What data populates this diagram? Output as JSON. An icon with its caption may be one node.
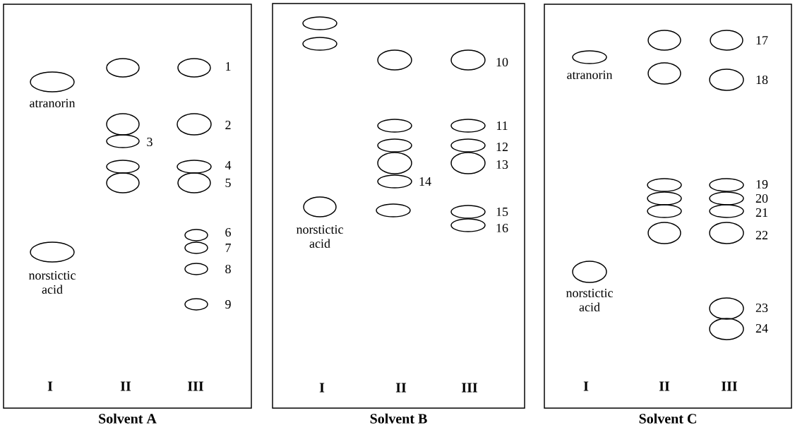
{
  "diagram": {
    "nodes": [
      {
        "text": [
          "Solvent A"
        ]
      },
      {
        "text": [],
        "shape": "ellipse",
        "in": 0,
        "beside": [
          "atranorin"
        ]
      },
      {
        "text": [],
        "shape": "ellipse",
        "in": 0,
        "beside": [
          "norstictic acid"
        ]
      },
      {
        "text": [],
        "shape": "ellipse",
        "in": 0
      },
      {
        "text": [],
        "shape": "ellipse",
        "in": 0
      },
      {
        "text": [],
        "shape": "ellipse",
        "in": 0,
        "beside": [
          "3"
        ]
      },
      {
        "text": [],
        "shape": "ellipse",
        "in": 0
      },
      {
        "text": [],
        "shape": "ellipse",
        "in": 0
      },
      {
        "text": [],
        "shape": "ellipse",
        "in": 0,
        "beside": [
          "1"
        ]
      },
      {
        "text": [],
        "shape": "ellipse",
        "in": 0,
        "beside": [
          "2"
        ]
      },
      {
        "text": [],
        "shape": "ellipse",
        "in": 0,
        "beside": [
          "4"
        ]
      },
      {
        "text": [],
        "shape": "ellipse",
        "in": 0,
        "beside": [
          "5"
        ]
      },
      {
        "text": [],
        "shape": "ellipse",
        "in": 0,
        "beside": [
          "6"
        ]
      },
      {
        "text": [],
        "shape": "ellipse",
        "in": 0,
        "beside": [
          "7"
        ]
      },
      {
        "text": [],
        "shape": "ellipse",
        "in": 0,
        "beside": [
          "8"
        ]
      },
      {
        "text": [],
        "shape": "ellipse",
        "in": 0,
        "beside": [
          "9"
        ]
      },
      {
        "text": [
          "Solvent B"
        ]
      },
      {
        "text": [],
        "shape": "ellipse",
        "in": 16
      },
      {
        "text": [],
        "shape": "ellipse",
        "in": 16
      },
      {
        "text": [],
        "shape": "ellipse",
        "in": 16,
        "beside": [
          "norstictic acid"
        ]
      },
      {
        "text": [],
        "shape": "ellipse",
        "in": 16
      },
      {
        "text": [],
        "shape": "ellipse",
        "in": 16
      },
      {
        "text": [],
        "shape": "ellipse",
        "in": 16
      },
      {
        "text": [],
        "shape": "ellipse",
        "in": 16
      },
      {
        "text": [],
        "shape": "ellipse",
        "in": 16,
        "beside": [
          "14"
        ]
      },
      {
        "text": [],
        "shape": "ellipse",
        "in": 16
      },
      {
        "text": [],
        "shape": "ellipse",
        "in": 16,
        "beside": [
          "10"
        ]
      },
      {
        "text": [],
        "shape": "ellipse",
        "in": 16,
        "beside": [
          "11"
        ]
      },
      {
        "text": [],
        "shape": "ellipse",
        "in": 16,
        "beside": [
          "12"
        ]
      },
      {
        "text": [],
        "shape": "ellipse",
        "in": 16,
        "beside": [
          "13"
        ]
      },
      {
        "text": [],
        "shape": "ellipse",
        "in": 16,
        "beside": [
          "15"
        ]
      },
      {
        "text": [],
        "shape": "ellipse",
        "in": 16,
        "beside": [
          "16"
        ]
      },
      {
        "text": [
          "Solvent C"
        ]
      },
      {
        "text": [],
        "shape": "ellipse",
        "in": 32,
        "beside": [
          "atranorin"
        ]
      },
      {
        "text": [],
        "shape": "ellipse",
        "in": 32,
        "beside": [
          "norstictic acid"
        ]
      },
      {
        "text": [],
        "shape": "ellipse",
        "in": 32
      },
      {
        "text": [],
        "shape": "ellipse",
        "in": 32
      },
      {
        "text": [],
        "shape": "ellipse",
        "in": 32
      },
      {
        "text": [],
        "shape": "ellipse",
        "in": 32
      },
      {
        "text": [],
        "shape": "ellipse",
        "in": 32
      },
      {
        "text": [],
        "shape": "ellipse",
        "in": 32
      },
      {
        "text": [],
        "shape": "ellipse",
        "in": 32,
        "beside": [
          "17"
        ]
      },
      {
        "text": [],
        "shape": "ellipse",
        "in": 32,
        "beside": [
          "18"
        ]
      },
      {
        "text": [],
        "shape": "ellipse",
        "in": 32,
        "beside": [
          "19"
        ]
      },
      {
        "text": [],
        "shape": "ellipse",
        "in": 32,
        "beside": [
          "20"
        ]
      },
      {
        "text": [],
        "shape": "ellipse",
        "in": 32,
        "beside": [
          "21"
        ]
      },
      {
        "text": [],
        "shape": "ellipse",
        "in": 32,
        "beside": [
          "22"
        ]
      },
      {
        "text": [],
        "shape": "ellipse",
        "in": 32,
        "beside": [
          "23"
        ]
      },
      {
        "text": [],
        "shape": "ellipse",
        "in": 32,
        "beside": [
          "24"
        ]
      }
    ],
    "labels": [
      "I",
      "II",
      "III",
      "I",
      "II",
      "III",
      "I",
      "II",
      "III"
    ]
  }
}
